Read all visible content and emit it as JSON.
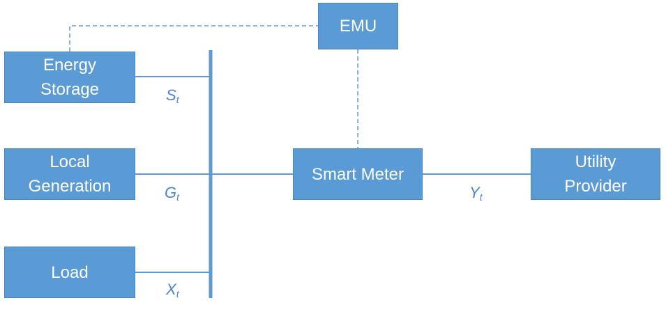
{
  "blocks": {
    "emu": {
      "label": "EMU"
    },
    "energy_storage": {
      "lines": [
        "Energy",
        "Storage"
      ]
    },
    "local_generation": {
      "lines": [
        "Local",
        "Generation"
      ]
    },
    "load": {
      "label": "Load"
    },
    "smart_meter": {
      "label": "Smart Meter"
    },
    "utility_provider": {
      "lines": [
        "Utility",
        "Provider"
      ]
    }
  },
  "signals": {
    "storage": {
      "symbol": "S",
      "subscript": "t"
    },
    "generation": {
      "symbol": "G",
      "subscript": "t"
    },
    "load": {
      "symbol": "X",
      "subscript": "t"
    },
    "grid": {
      "symbol": "Y",
      "subscript": "t"
    }
  },
  "colors": {
    "block_fill": "#5b9bd5",
    "line": "#5b9bd5",
    "label": "#4a86c8"
  }
}
